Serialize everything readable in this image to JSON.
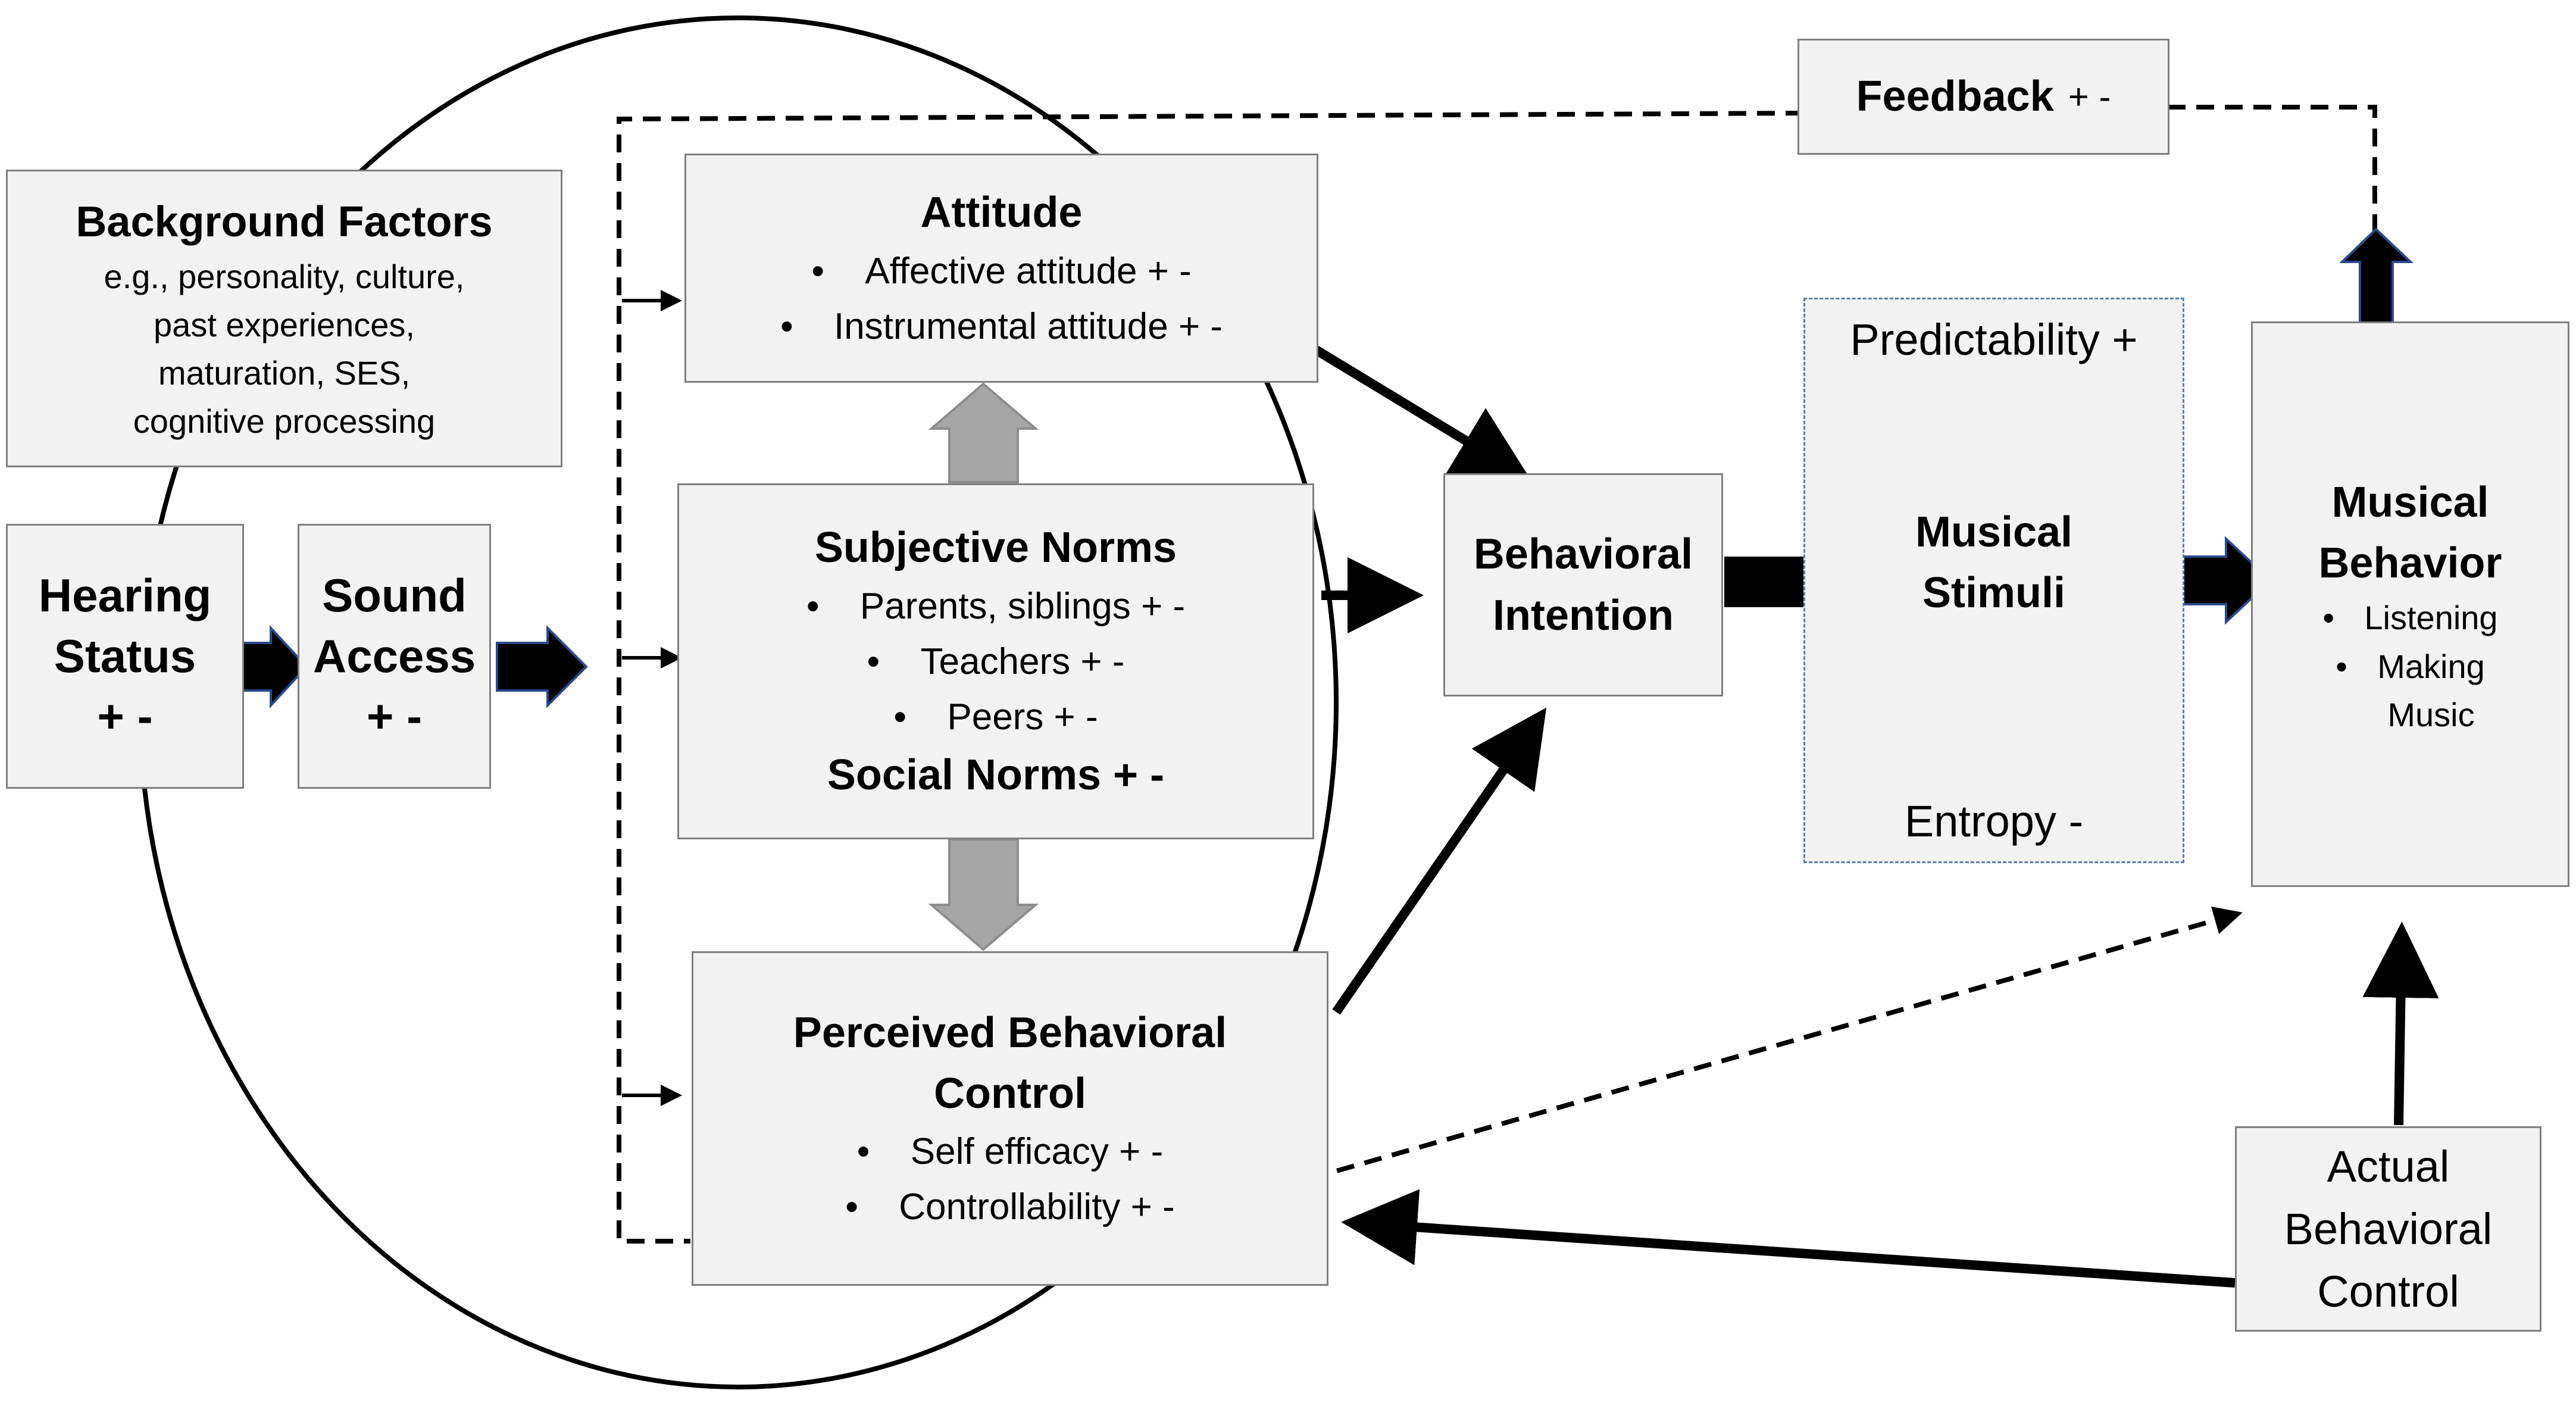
{
  "feedback": {
    "title": "Feedback",
    "sign": "+ -"
  },
  "background": {
    "title": "Background Factors",
    "lines": [
      "e.g., personality, culture,",
      "past experiences,",
      "maturation, SES,",
      "cognitive processing"
    ]
  },
  "hearing": {
    "lines": [
      "Hearing",
      "Status",
      "+ -"
    ]
  },
  "sound": {
    "lines": [
      "Sound",
      "Access",
      "+ -"
    ]
  },
  "attitude": {
    "title": "Attitude",
    "items": [
      "Affective attitude  + -",
      "Instrumental attitude + -"
    ]
  },
  "subjective": {
    "title": "Subjective Norms",
    "items": [
      "Parents, siblings + -",
      "Teachers + -",
      "Peers + -"
    ],
    "social": "Social Norms + -"
  },
  "pbc": {
    "title_lines": [
      "Perceived Behavioral",
      "Control"
    ],
    "items": [
      "Self efficacy + -",
      "Controllability + -"
    ]
  },
  "intention": {
    "lines": [
      "Behavioral",
      "Intention"
    ]
  },
  "stimuli": {
    "predictability": "Predictability  +",
    "title_lines": [
      "Musical",
      "Stimuli"
    ],
    "entropy": "Entropy  -"
  },
  "musical_behavior": {
    "title_lines": [
      "Musical",
      "Behavior"
    ],
    "items": [
      "Listening",
      "Making"
    ],
    "continuation": "Music"
  },
  "actual": {
    "lines": [
      "Actual",
      "Behavioral",
      "Control"
    ]
  },
  "bullet": "•"
}
